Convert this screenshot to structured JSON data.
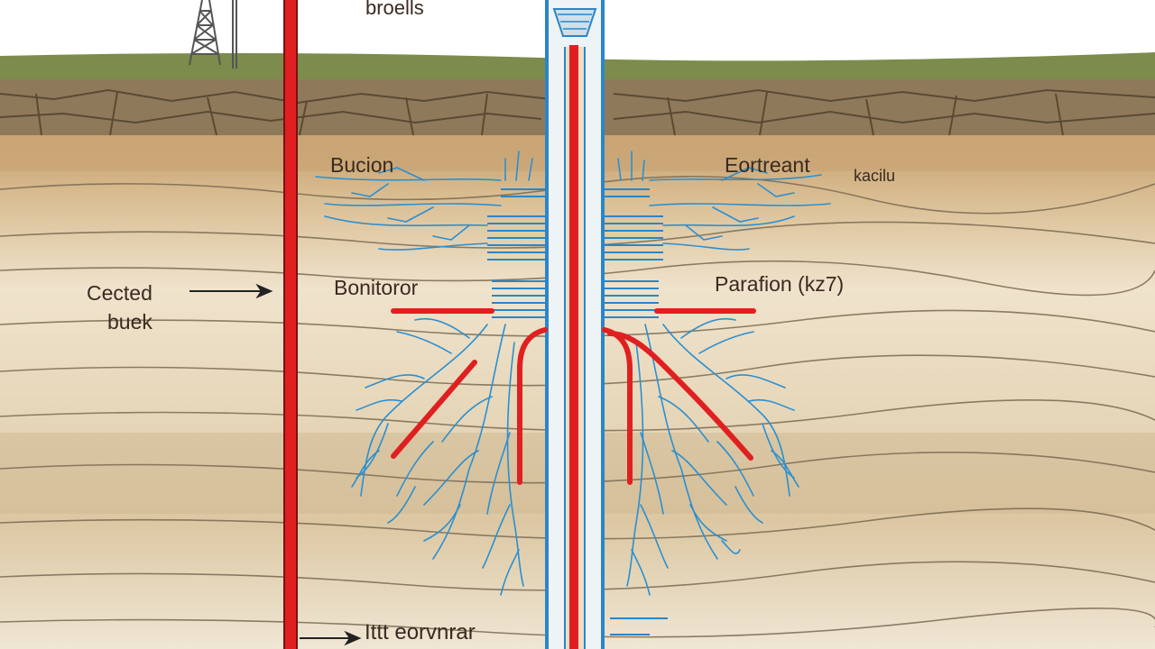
{
  "diagram": {
    "labels": {
      "top": "broells",
      "upper_left": "Bucion",
      "upper_right": "Eortreant",
      "upper_right_small": "kacilu",
      "middle_left": "Bonitoror",
      "middle_right": "Parafion (kz7)",
      "left_line1": "Cected",
      "left_line2": "buek",
      "bottom": "Ittt eorvnrar"
    },
    "colors": {
      "sky": "#ffffff",
      "grass": "#7c8c4c",
      "topsoil": "#8e7a5a",
      "crack": "#5a4a34",
      "sand": "#c9a677",
      "rock_light": "#efe4cf",
      "strata_line": "#7a6a52",
      "red_pipe": "#e02020",
      "blue_pipe": "#2a86c8",
      "fracture": "#2b8fd0",
      "text": "#3a2a20"
    },
    "icons": [
      "derrick-icon",
      "arrow-right-icon"
    ]
  }
}
